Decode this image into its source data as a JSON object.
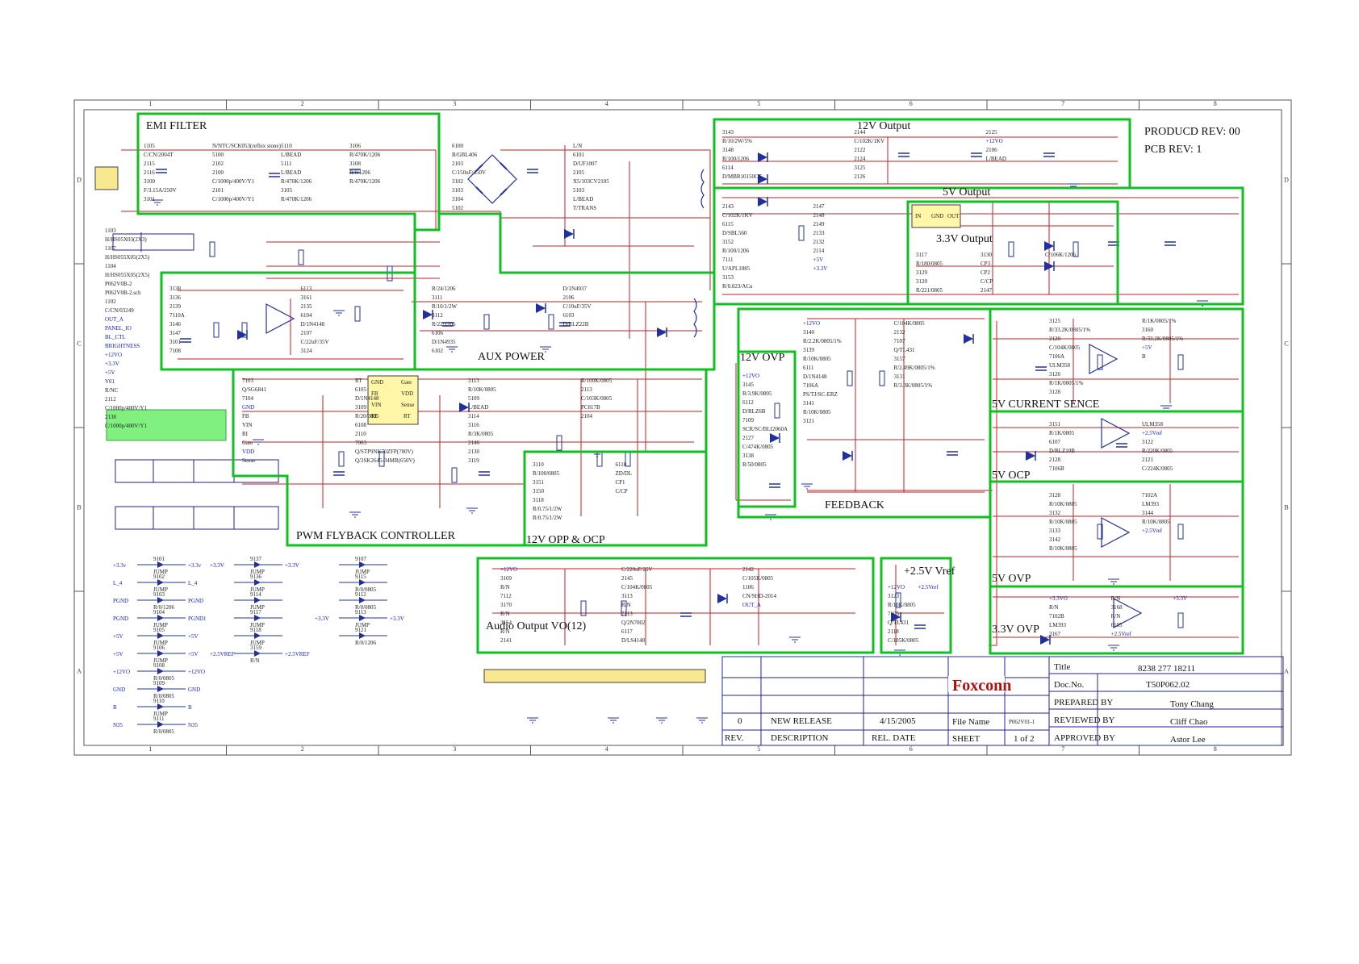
{
  "header": {
    "product_rev": "PRODUCD REV: 00",
    "pcb_rev": "PCB REV: 1"
  },
  "border": {
    "columns": [
      "1",
      "2",
      "3",
      "4",
      "5",
      "6",
      "7",
      "8"
    ],
    "rows": [
      "D",
      "C",
      "B",
      "A"
    ]
  },
  "blocks": [
    {
      "id": "emi",
      "title": "EMI FILTER"
    },
    {
      "id": "aux",
      "title": "AUX POWER"
    },
    {
      "id": "pwm",
      "title": "PWM FLYBACK CONTROLLER"
    },
    {
      "id": "opp",
      "title": "12V OPP & OCP"
    },
    {
      "id": "out12",
      "title": "12V Output"
    },
    {
      "id": "out5",
      "title": "5V Output"
    },
    {
      "id": "out33",
      "title": "3.3V Output"
    },
    {
      "id": "ovp12",
      "title": "12V OVP"
    },
    {
      "id": "fb",
      "title": "FEEDBACK"
    },
    {
      "id": "cs5",
      "title": "5V CURRENT SENCE"
    },
    {
      "id": "ocp5",
      "title": "5V  OCP"
    },
    {
      "id": "ovp5",
      "title": "5V OVP"
    },
    {
      "id": "ovp33",
      "title": "3.3V OVP"
    },
    {
      "id": "audio",
      "title": "Audio Output VO(12)"
    },
    {
      "id": "vref",
      "title": "+2.5V Vref"
    }
  ],
  "components": {
    "emi": [
      "1105",
      "C/CN/2004T",
      "2115",
      "2116",
      "3100",
      "F/3.15A/250V",
      "3101",
      "N/NTC/SCK053(reflux stone)",
      "5100",
      "2102",
      "2100",
      "C/1000p/400V/Y1",
      "2101",
      "C/1000p/400V/Y1",
      "5110",
      "L/BEAD",
      "5111",
      "L/BEAD",
      "R/470K/1206",
      "3105",
      "R/470K/1206",
      "3106",
      "R/470K/1206",
      "3108",
      "R/0/1206",
      "R/470K/1206"
    ],
    "bridge": [
      "6100",
      "B/GBL406",
      "2103",
      "C/150uF/450V",
      "3102",
      "3103",
      "3104",
      "5102",
      "L/N",
      "6101",
      "D/UF1007",
      "2105",
      "X5/103CV2105",
      "5103",
      "L/BEAD",
      "T/TRANS"
    ],
    "aux": [
      "3138",
      "3136",
      "2139",
      "7110A",
      "3146",
      "3147",
      "3101",
      "7108",
      "6113",
      "3161",
      "2135",
      "6104",
      "D/1N4148",
      "2107",
      "C/22uF/35V",
      "3124",
      "R/24/1206",
      "3111",
      "R/10/1/2W",
      "3112",
      "R/22/1206",
      "6106",
      "D/1N4935",
      "6102",
      "D/1N4937",
      "2106",
      "C/10uF/35V",
      "6103",
      "D/RLZ22B"
    ],
    "pwm": [
      "7103",
      "Q/SG6841",
      "7104",
      "GND",
      "FB",
      "VIN",
      "RI",
      "Gate",
      "VDD",
      "Sense",
      "RT",
      "6105",
      "D/1N4148",
      "3109",
      "R/20/0805",
      "6108",
      "2110",
      "7003",
      "Q/STP9NK70ZFP(700V)",
      "Q/2SK2645-34MR(650V)",
      "3113",
      "R/10K/0805",
      "5109",
      "L/BEAD",
      "3114",
      "3116",
      "R/3K/0805",
      "2146",
      "2130",
      "3119",
      "R/100K/0805",
      "2113",
      "C/103K/0805",
      "PC817B",
      "2104"
    ],
    "opp": [
      "3110",
      "R/100/0805",
      "3151",
      "3150",
      "3118",
      "R/0.75/1/2W",
      "R/0.75/1/2W",
      "6110",
      "ZD/DL",
      "CP1",
      "C/CP"
    ],
    "out12": [
      "3143",
      "R/10/2W/5%",
      "3148",
      "R/100/1206",
      "6114",
      "D/MBR10150CT",
      "2144",
      "C/102K/1KV",
      "2122",
      "2124",
      "3125",
      "2126",
      "2125",
      "+12VO",
      "2106",
      "L/BEAD"
    ],
    "out5": [
      "2143",
      "C/102K/1KV",
      "6115",
      "D/SBL560",
      "3152",
      "R/100/1206",
      "7111",
      "U/APL1085",
      "3153",
      "R/0.023/ACu",
      "2147",
      "2148",
      "2149",
      "2133",
      "2132",
      "2114",
      "+5V",
      "+3.3V"
    ],
    "out33": [
      "3117",
      "R/180/0805",
      "3129",
      "3120",
      "R/221/0805",
      "3130",
      "CP3",
      "CP2",
      "C/CP",
      "2147",
      "C/106K/1206"
    ],
    "ovp12": [
      "+12VO",
      "3145",
      "R/3.9K/0805",
      "6112",
      "D/RLZ6B",
      "7109",
      "SCR/SC/BLI2060A",
      "2127",
      "C/474K/0805",
      "3138",
      "R/50/0805"
    ],
    "fb": [
      "+12VO",
      "3140",
      "R/2.2K/0805/1%",
      "3139",
      "R/10K/0805",
      "6111",
      "D/1N4148",
      "7106A",
      "PS/TJ/SC-ERZ",
      "3141",
      "R/10K/0805",
      "3121",
      "C/104K/0805",
      "2132",
      "7107",
      "Q/TL431",
      "3157",
      "R/2.49K/0805/1%",
      "3131",
      "R/3.3K/0805/1%"
    ],
    "cs5": [
      "3125",
      "R/33.2K/0805/1%",
      "2120",
      "C/104K/0805",
      "7106A",
      "ULM358",
      "3126",
      "R/1K/0805/1%",
      "3128",
      "R/1K/0805/1%",
      "3160",
      "R/33.2K/0805/1%",
      "+5V",
      "B"
    ],
    "ocp5": [
      "3151",
      "R/1K/0805",
      "6107",
      "D/RLZ10B",
      "2128",
      "7106B",
      "ULM358",
      "+2.5Vref",
      "3122",
      "R/220K/0805",
      "2121",
      "C/224K/0805"
    ],
    "ovp5": [
      "3128",
      "R/10K/0805",
      "3132",
      "R/10K/0805",
      "3133",
      "3142",
      "R/10K/0805",
      "7102A",
      "LM393",
      "3144",
      "R/10K/0805",
      "+2.5Vref"
    ],
    "ovp33": [
      "+3.3VO",
      "R/N",
      "7102B",
      "LM393",
      "3167",
      "R/N",
      "3168",
      "R/N",
      "6105",
      "+2.5Vref",
      "+3.3V"
    ],
    "audio": [
      "+12VO",
      "3169",
      "R/N",
      "7112",
      "3170",
      "R/N",
      "3154",
      "R/N",
      "2141",
      "C/220uF/25V",
      "2145",
      "C/104K/0805",
      "3113",
      "R/N",
      "7113",
      "Q/2N7002",
      "6117",
      "D/LS4148",
      "2142",
      "C/105K/0805",
      "1106",
      "CN/SHD-2014",
      "OUT_A"
    ],
    "vref": [
      "+12VO",
      "3123",
      "R/10K/0805",
      "7105",
      "Q/TL431",
      "2118",
      "C/105K/0805",
      "+2.5Vref"
    ],
    "misc": [
      "1103",
      "H/HS05X03(2X3)",
      "1107",
      "H/HS055X05(2X5)",
      "1104",
      "H/HS055X05(2X5)",
      "P062V0B-2",
      "P062V0B-2.sch",
      "1102",
      "C/CN/03249",
      "OUT_A",
      "PANEL_IO",
      "BL_CTL",
      "BRIGHTNESS",
      "+12VO",
      "+3.3V",
      "+5V",
      "V01",
      "R/NC",
      "2112",
      "C/1000p/400V/Y1",
      "2138",
      "C/1000p/400V/Y1"
    ]
  },
  "jumpers": [
    {
      "ref": "9101",
      "left": "+3.3v",
      "right": "+3.3v",
      "type": "JUMP"
    },
    {
      "ref": "9102",
      "left": "L_4",
      "right": "L_4",
      "type": "JUMP"
    },
    {
      "ref": "9103",
      "left": "PGND",
      "right": "PGND",
      "type": "R/0/1206"
    },
    {
      "ref": "9104",
      "left": "PGND",
      "right": "PGND1",
      "type": "JUMP"
    },
    {
      "ref": "9105",
      "left": "+5V",
      "right": "+5V",
      "type": "JUMP"
    },
    {
      "ref": "9106",
      "left": "+5V",
      "right": "+5V",
      "type": "JUMP"
    },
    {
      "ref": "9108",
      "left": "+12VO",
      "right": "+12VO",
      "type": "R/0/0805"
    },
    {
      "ref": "9109",
      "left": "GND",
      "right": "GND",
      "type": "R/0/0805"
    },
    {
      "ref": "9110",
      "left": "B",
      "right": "B",
      "type": "JUMP"
    },
    {
      "ref": "9111",
      "left": "N35",
      "right": "N35",
      "type": "R/0/0805"
    },
    {
      "ref": "9137",
      "left": "+3.3V",
      "right": "+3.3V",
      "type": "JUMP"
    },
    {
      "ref": "9136",
      "left": "",
      "right": "",
      "type": "JUMP"
    },
    {
      "ref": "9114",
      "left": "",
      "right": "",
      "type": "JUMP"
    },
    {
      "ref": "9117",
      "left": "",
      "right": "",
      "type": "JUMP"
    },
    {
      "ref": "9118",
      "left": "",
      "right": "",
      "type": "JUMP"
    },
    {
      "ref": "3159",
      "left": "+2.5VREF",
      "right": "+2.5VREF",
      "type": "R/N"
    },
    {
      "ref": "9107",
      "left": "",
      "right": "",
      "type": "JUMP"
    },
    {
      "ref": "9115",
      "left": "",
      "right": "",
      "type": "R/0/0805"
    },
    {
      "ref": "9112",
      "left": "",
      "right": "",
      "type": "R/0/0805"
    },
    {
      "ref": "9113",
      "left": "+3.3V",
      "right": "+3.3V",
      "type": "JUMP"
    },
    {
      "ref": "9121",
      "left": "",
      "right": "",
      "type": "R/0/1206"
    }
  ],
  "title_block": {
    "company": "Foxconn",
    "title_label": "Title",
    "title_value": "8238 277 18211",
    "docno_label": "Doc.No.",
    "docno_value": "T50P062.02",
    "prepared_label": "PREPARED BY",
    "prepared_value": "Tony Chang",
    "reviewed_label": "REVIEWED BY",
    "reviewed_value": "Cliff Chao",
    "approved_label": "APPROVED BY",
    "approved_value": "Astor Lee",
    "filename_label": "File Name",
    "filename_value": "P062V01-1",
    "sheet_label": "SHEET",
    "sheet_value": "1 of 2",
    "rev_label": "REV.",
    "desc_label": "DESCRIPTION",
    "date_label": "REL. DATE",
    "rev_row": {
      "rev": "0",
      "desc": "NEW RELEASE",
      "date": "4/15/2005"
    }
  },
  "colors": {
    "block_outline": "#10c020",
    "wire": "#c02020",
    "net": "#1020c0",
    "highlight": "#80f080",
    "connector": "#f8e890"
  }
}
